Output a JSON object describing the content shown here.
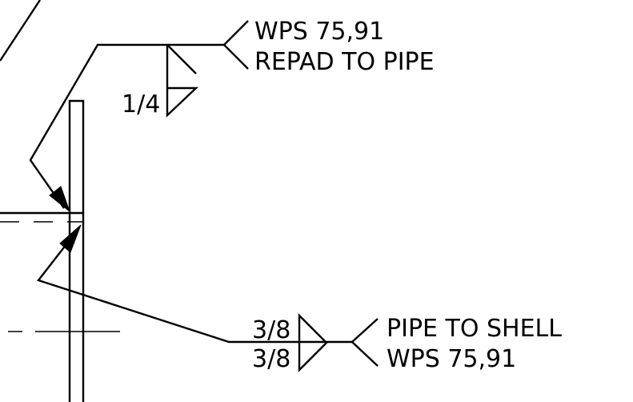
{
  "callout_top": {
    "line1": "WPS 75,91",
    "line2": "REPAD TO PIPE",
    "weld_size": "1/4"
  },
  "callout_bottom": {
    "line1": "PIPE TO SHELL",
    "line2": "WPS 75,91",
    "weld_size_arrow_side": "3/8",
    "weld_size_other_side": "3/8"
  },
  "colors": {
    "line": "#000000",
    "background": "#ffffff"
  }
}
